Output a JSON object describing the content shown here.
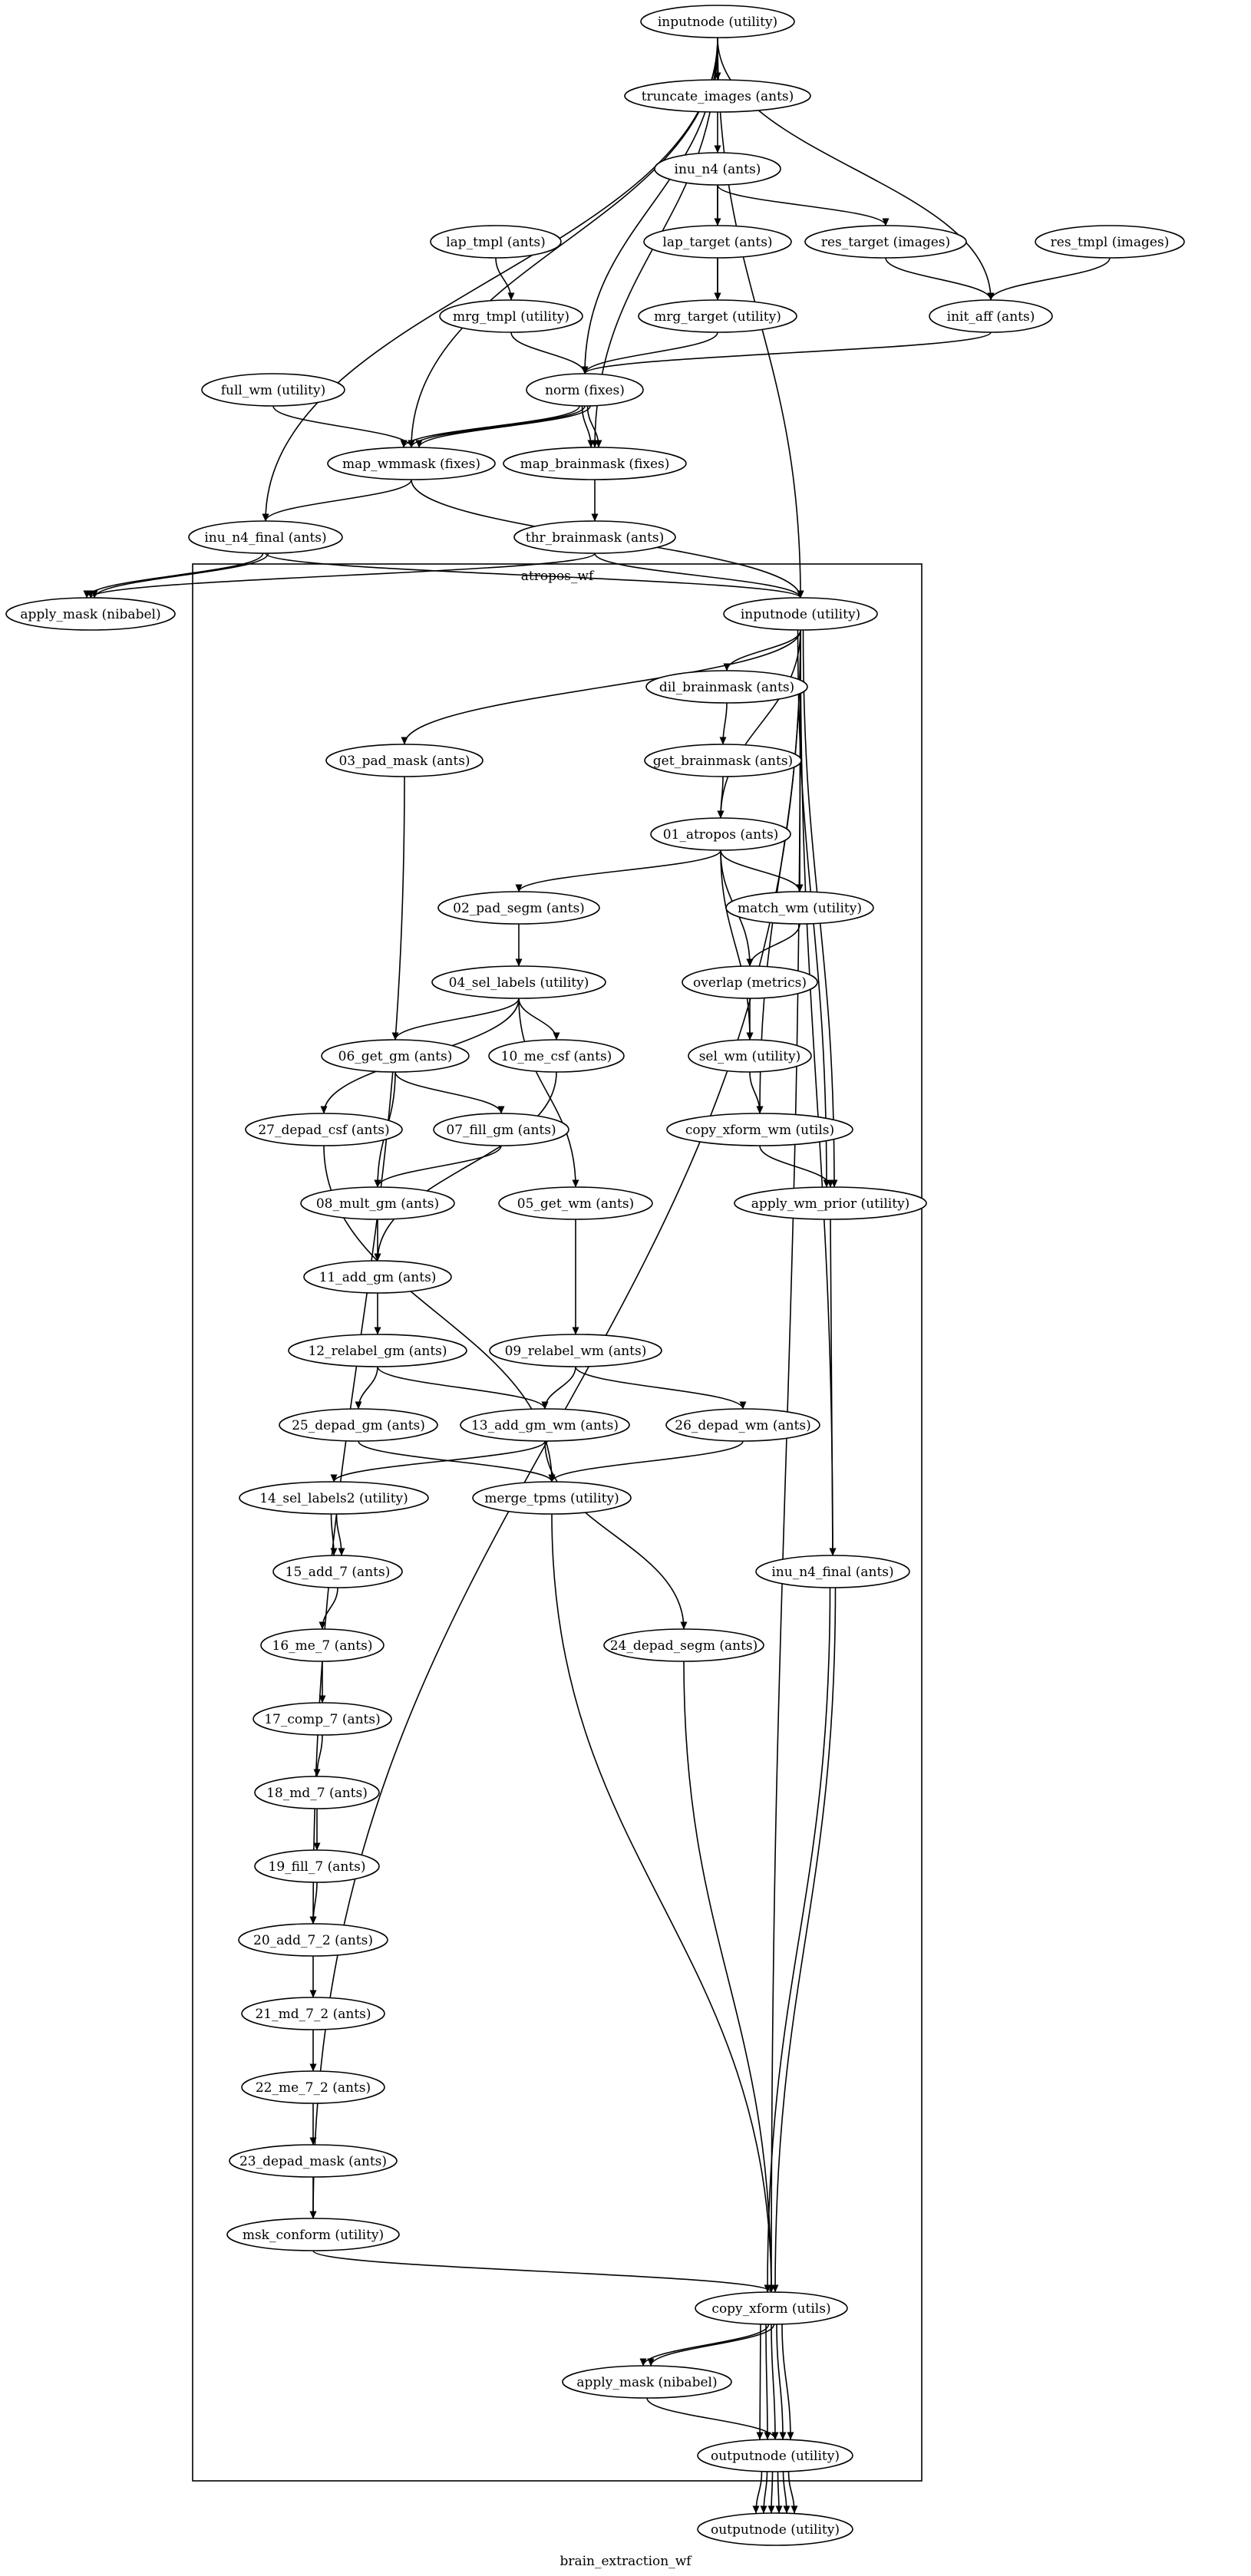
{
  "graph": {
    "title": "brain_extraction_wf",
    "cluster_label": "atropos_wf"
  },
  "nodes": [
    {
      "id": "inputnode_top",
      "label": "inputnode (utility)"
    },
    {
      "id": "truncate_images",
      "label": "truncate_images (ants)"
    },
    {
      "id": "inu_n4",
      "label": "inu_n4 (ants)"
    },
    {
      "id": "lap_tmpl",
      "label": "lap_tmpl (ants)"
    },
    {
      "id": "lap_target",
      "label": "lap_target (ants)"
    },
    {
      "id": "res_target",
      "label": "res_target (images)"
    },
    {
      "id": "res_tmpl",
      "label": "res_tmpl (images)"
    },
    {
      "id": "mrg_tmpl",
      "label": "mrg_tmpl (utility)"
    },
    {
      "id": "mrg_target",
      "label": "mrg_target (utility)"
    },
    {
      "id": "init_aff",
      "label": "init_aff (ants)"
    },
    {
      "id": "full_wm",
      "label": "full_wm (utility)"
    },
    {
      "id": "norm",
      "label": "norm (fixes)"
    },
    {
      "id": "map_wmmask",
      "label": "map_wmmask (fixes)"
    },
    {
      "id": "map_brainmask",
      "label": "map_brainmask (fixes)"
    },
    {
      "id": "inu_n4_final_top",
      "label": "inu_n4_final (ants)"
    },
    {
      "id": "thr_brainmask",
      "label": "thr_brainmask (ants)"
    },
    {
      "id": "apply_mask_top",
      "label": "apply_mask (nibabel)"
    },
    {
      "id": "a_inputnode",
      "label": "inputnode (utility)"
    },
    {
      "id": "dil_brainmask",
      "label": "dil_brainmask (ants)"
    },
    {
      "id": "get_brainmask",
      "label": "get_brainmask (ants)"
    },
    {
      "id": "pad_mask03",
      "label": "03_pad_mask (ants)"
    },
    {
      "id": "atropos01",
      "label": "01_atropos (ants)"
    },
    {
      "id": "pad_segm02",
      "label": "02_pad_segm (ants)"
    },
    {
      "id": "match_wm",
      "label": "match_wm (utility)"
    },
    {
      "id": "sel_labels04",
      "label": "04_sel_labels (utility)"
    },
    {
      "id": "overlap",
      "label": "overlap (metrics)"
    },
    {
      "id": "get_gm06",
      "label": "06_get_gm (ants)"
    },
    {
      "id": "me_csf10",
      "label": "10_me_csf (ants)"
    },
    {
      "id": "sel_wm",
      "label": "sel_wm (utility)"
    },
    {
      "id": "depad_csf27",
      "label": "27_depad_csf (ants)"
    },
    {
      "id": "fill_gm07",
      "label": "07_fill_gm (ants)"
    },
    {
      "id": "copy_xform_wm",
      "label": "copy_xform_wm (utils)"
    },
    {
      "id": "mult_gm08",
      "label": "08_mult_gm (ants)"
    },
    {
      "id": "get_wm05",
      "label": "05_get_wm (ants)"
    },
    {
      "id": "apply_wm_prior",
      "label": "apply_wm_prior (utility)"
    },
    {
      "id": "add_gm11",
      "label": "11_add_gm (ants)"
    },
    {
      "id": "relabel_gm12",
      "label": "12_relabel_gm (ants)"
    },
    {
      "id": "relabel_wm09",
      "label": "09_relabel_wm (ants)"
    },
    {
      "id": "depad_gm25",
      "label": "25_depad_gm (ants)"
    },
    {
      "id": "add_gm_wm13",
      "label": "13_add_gm_wm (ants)"
    },
    {
      "id": "depad_wm26",
      "label": "26_depad_wm (ants)"
    },
    {
      "id": "sel_labels2_14",
      "label": "14_sel_labels2 (utility)"
    },
    {
      "id": "merge_tpms",
      "label": "merge_tpms (utility)"
    },
    {
      "id": "add7_15",
      "label": "15_add_7 (ants)"
    },
    {
      "id": "inu_n4_final_a",
      "label": "inu_n4_final (ants)"
    },
    {
      "id": "me7_16",
      "label": "16_me_7 (ants)"
    },
    {
      "id": "depad_segm24",
      "label": "24_depad_segm (ants)"
    },
    {
      "id": "comp7_17",
      "label": "17_comp_7 (ants)"
    },
    {
      "id": "md7_18",
      "label": "18_md_7 (ants)"
    },
    {
      "id": "fill7_19",
      "label": "19_fill_7 (ants)"
    },
    {
      "id": "add72_20",
      "label": "20_add_7_2 (ants)"
    },
    {
      "id": "md72_21",
      "label": "21_md_7_2 (ants)"
    },
    {
      "id": "me72_22",
      "label": "22_me_7_2 (ants)"
    },
    {
      "id": "depad_mask23",
      "label": "23_depad_mask (ants)"
    },
    {
      "id": "msk_conform",
      "label": "msk_conform (utility)"
    },
    {
      "id": "copy_xform",
      "label": "copy_xform (utils)"
    },
    {
      "id": "apply_mask_a",
      "label": "apply_mask (nibabel)"
    },
    {
      "id": "a_outputnode",
      "label": "outputnode (utility)"
    },
    {
      "id": "outputnode_bottom",
      "label": "outputnode (utility)"
    }
  ],
  "edges": [
    [
      "inputnode_top",
      "truncate_images"
    ],
    [
      "inputnode_top",
      "init_aff"
    ],
    [
      "inputnode_top",
      "map_brainmask"
    ],
    [
      "inputnode_top",
      "a_inputnode"
    ],
    [
      "inputnode_top",
      "norm"
    ],
    [
      "inputnode_top",
      "map_wmmask"
    ],
    [
      "inputnode_top",
      "inu_n4_final_top"
    ],
    [
      "truncate_images",
      "inu_n4"
    ],
    [
      "inu_n4",
      "lap_target"
    ],
    [
      "inu_n4",
      "res_target"
    ],
    [
      "inu_n4",
      "mrg_target"
    ],
    [
      "lap_tmpl",
      "mrg_tmpl"
    ],
    [
      "lap_target",
      "mrg_target"
    ],
    [
      "res_target",
      "init_aff"
    ],
    [
      "res_tmpl",
      "init_aff"
    ],
    [
      "mrg_tmpl",
      "norm"
    ],
    [
      "mrg_target",
      "norm"
    ],
    [
      "init_aff",
      "norm"
    ],
    [
      "full_wm",
      "map_wmmask"
    ],
    [
      "norm",
      "map_wmmask"
    ],
    [
      "norm",
      "map_wmmask"
    ],
    [
      "norm",
      "map_wmmask"
    ],
    [
      "norm",
      "map_brainmask"
    ],
    [
      "norm",
      "map_brainmask"
    ],
    [
      "map_wmmask",
      "inu_n4_final_top"
    ],
    [
      "map_wmmask",
      "a_inputnode"
    ],
    [
      "map_brainmask",
      "thr_brainmask"
    ],
    [
      "thr_brainmask",
      "a_inputnode"
    ],
    [
      "thr_brainmask",
      "apply_mask_top"
    ],
    [
      "inu_n4_final_top",
      "apply_mask_top"
    ],
    [
      "inu_n4_final_top",
      "apply_mask_top"
    ],
    [
      "inu_n4_final_top",
      "a_inputnode"
    ],
    [
      "a_inputnode",
      "dil_brainmask"
    ],
    [
      "a_inputnode",
      "pad_mask03"
    ],
    [
      "a_inputnode",
      "atropos01"
    ],
    [
      "a_inputnode",
      "match_wm"
    ],
    [
      "a_inputnode",
      "copy_xform_wm"
    ],
    [
      "a_inputnode",
      "apply_wm_prior"
    ],
    [
      "a_inputnode",
      "apply_wm_prior"
    ],
    [
      "a_inputnode",
      "inu_n4_final_a"
    ],
    [
      "a_inputnode",
      "copy_xform"
    ],
    [
      "a_inputnode",
      "msk_conform"
    ],
    [
      "dil_brainmask",
      "get_brainmask"
    ],
    [
      "get_brainmask",
      "atropos01"
    ],
    [
      "pad_mask03",
      "add72_20"
    ],
    [
      "atropos01",
      "pad_segm02"
    ],
    [
      "atropos01",
      "match_wm"
    ],
    [
      "atropos01",
      "overlap"
    ],
    [
      "atropos01",
      "sel_wm"
    ],
    [
      "pad_segm02",
      "sel_labels04"
    ],
    [
      "match_wm",
      "overlap"
    ],
    [
      "overlap",
      "sel_wm"
    ],
    [
      "sel_labels04",
      "get_gm06"
    ],
    [
      "sel_labels04",
      "me_csf10"
    ],
    [
      "sel_labels04",
      "depad_csf27"
    ],
    [
      "sel_labels04",
      "get_wm05"
    ],
    [
      "get_gm06",
      "fill_gm07"
    ],
    [
      "get_gm06",
      "mult_gm08"
    ],
    [
      "me_csf10",
      "add_gm11"
    ],
    [
      "sel_wm",
      "copy_xform_wm"
    ],
    [
      "copy_xform_wm",
      "apply_wm_prior"
    ],
    [
      "fill_gm07",
      "mult_gm08"
    ],
    [
      "depad_csf27",
      "merge_tpms"
    ],
    [
      "mult_gm08",
      "add_gm11"
    ],
    [
      "get_wm05",
      "relabel_wm09"
    ],
    [
      "apply_wm_prior",
      "inu_n4_final_a"
    ],
    [
      "add_gm11",
      "relabel_gm12"
    ],
    [
      "relabel_gm12",
      "depad_gm25"
    ],
    [
      "relabel_gm12",
      "add_gm_wm13"
    ],
    [
      "relabel_wm09",
      "add_gm_wm13"
    ],
    [
      "relabel_wm09",
      "depad_wm26"
    ],
    [
      "depad_gm25",
      "merge_tpms"
    ],
    [
      "depad_wm26",
      "merge_tpms"
    ],
    [
      "add_gm_wm13",
      "sel_labels2_14"
    ],
    [
      "add_gm_wm13",
      "depad_segm24"
    ],
    [
      "sel_labels2_14",
      "add7_15"
    ],
    [
      "sel_labels2_14",
      "add7_15"
    ],
    [
      "add7_15",
      "me7_16"
    ],
    [
      "me7_16",
      "comp7_17"
    ],
    [
      "comp7_17",
      "md7_18"
    ],
    [
      "md7_18",
      "fill7_19"
    ],
    [
      "fill7_19",
      "add72_20"
    ],
    [
      "add72_20",
      "md72_21"
    ],
    [
      "md72_21",
      "me72_22"
    ],
    [
      "me72_22",
      "depad_mask23"
    ],
    [
      "depad_mask23",
      "msk_conform"
    ],
    [
      "msk_conform",
      "copy_xform"
    ],
    [
      "merge_tpms",
      "copy_xform"
    ],
    [
      "depad_segm24",
      "copy_xform"
    ],
    [
      "inu_n4_final_a",
      "copy_xform"
    ],
    [
      "inu_n4_final_a",
      "copy_xform"
    ],
    [
      "copy_xform",
      "apply_mask_a"
    ],
    [
      "copy_xform",
      "apply_mask_a"
    ],
    [
      "copy_xform",
      "a_outputnode"
    ],
    [
      "copy_xform",
      "a_outputnode"
    ],
    [
      "copy_xform",
      "a_outputnode"
    ],
    [
      "copy_xform",
      "a_outputnode"
    ],
    [
      "copy_xform",
      "a_outputnode"
    ],
    [
      "apply_mask_a",
      "a_outputnode"
    ],
    [
      "a_outputnode",
      "outputnode_bottom"
    ],
    [
      "a_outputnode",
      "outputnode_bottom"
    ],
    [
      "a_outputnode",
      "outputnode_bottom"
    ],
    [
      "a_outputnode",
      "outputnode_bottom"
    ],
    [
      "a_outputnode",
      "outputnode_bottom"
    ],
    [
      "a_outputnode",
      "outputnode_bottom"
    ]
  ]
}
